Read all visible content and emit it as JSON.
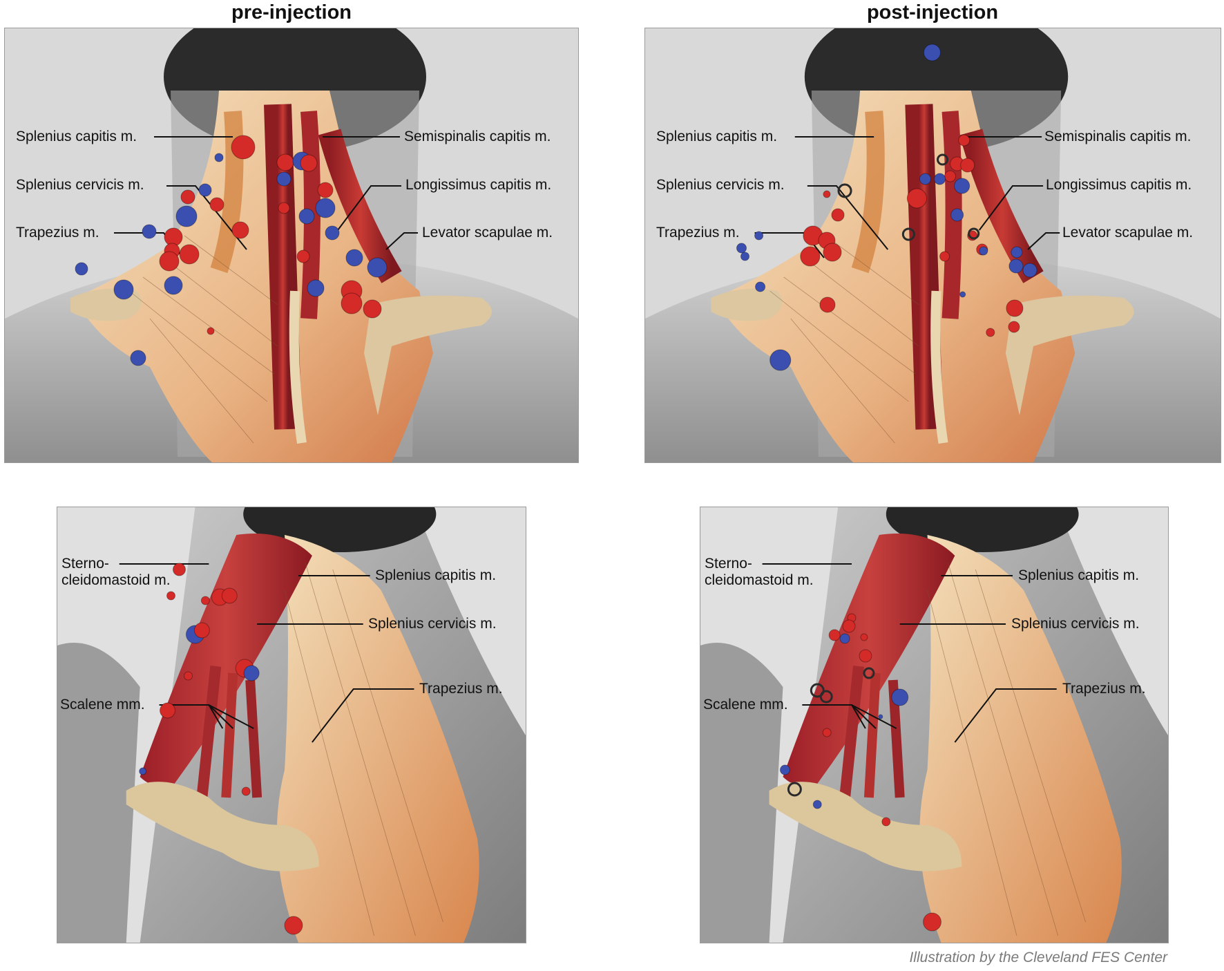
{
  "titles": {
    "pre": "pre-injection",
    "post": "post-injection"
  },
  "credit": "Illustration by the Cleveland FES Center",
  "colors": {
    "red": "#d42a28",
    "blue": "#3b4fb0",
    "ring": "#2a2a2a"
  },
  "back_labels": {
    "splenius_capitis": "Splenius capitis m.",
    "splenius_cervicis": "Splenius cervicis m.",
    "trapezius": "Trapezius m.",
    "semispinalis_capitis": "Semispinalis capitis m.",
    "longissimus_capitis": "Longissimus capitis m.",
    "levator_scapulae": "Levator scapulae m."
  },
  "side_labels": {
    "sterno_line1": "Sterno-",
    "sterno_line2": "cleidomastoid m.",
    "splenius_capitis": "Splenius capitis m.",
    "splenius_cervicis": "Splenius cervicis m.",
    "trapezius": "Trapezius m.",
    "scalene": "Scalene mm."
  }
}
